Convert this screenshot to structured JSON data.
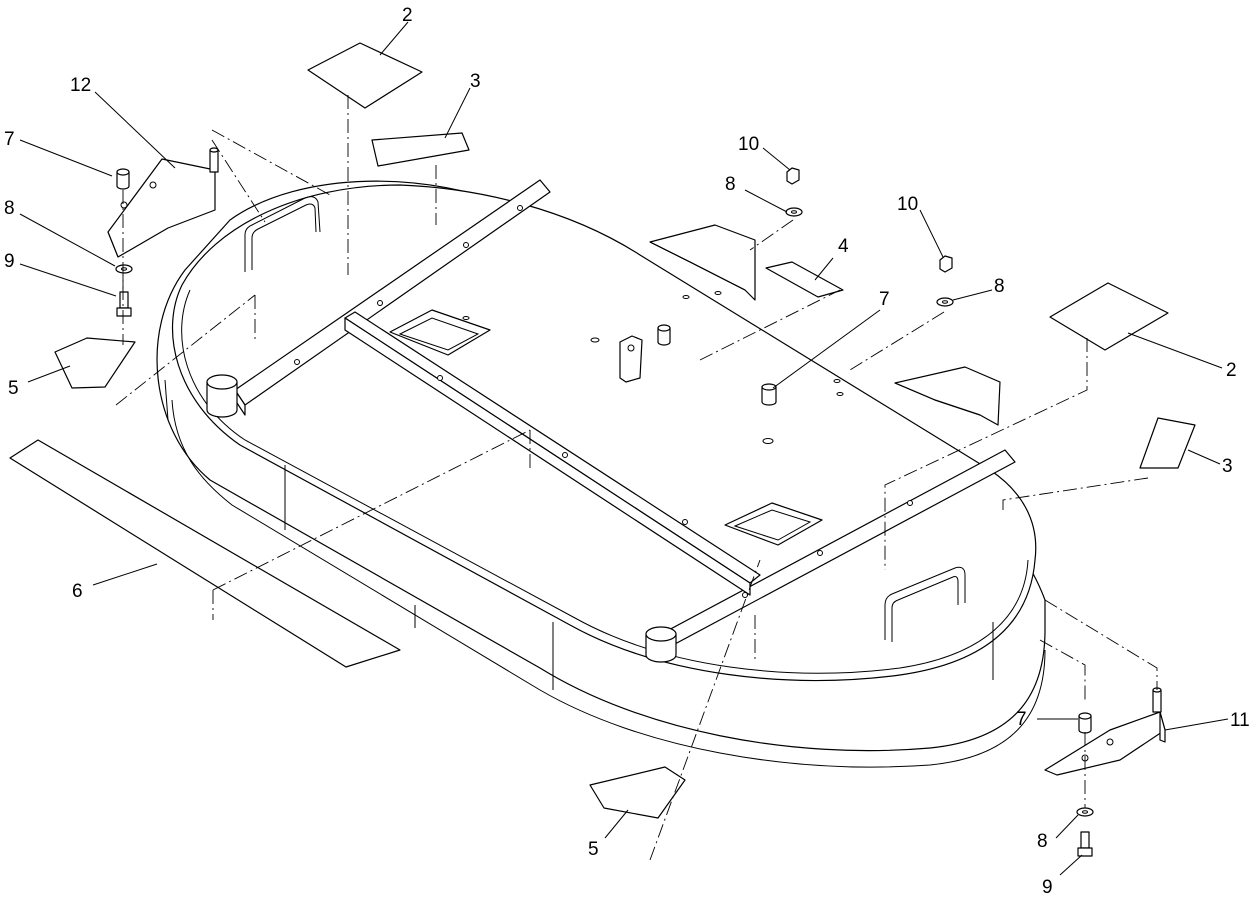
{
  "callouts": {
    "c2_top": "2",
    "c3_top": "3",
    "c12": "12",
    "c7_left": "7",
    "c8_left": "8",
    "c9_left": "9",
    "c5_left": "5",
    "c6": "6",
    "c10_a": "10",
    "c8_a": "8",
    "c10_b": "10",
    "c8_b": "8",
    "c4": "4",
    "c7_center": "7",
    "c2_right": "2",
    "c3_right": "3",
    "c7_right": "7",
    "c11": "11",
    "c8_right": "8",
    "c9_right": "9",
    "c5_bottom": "5"
  }
}
